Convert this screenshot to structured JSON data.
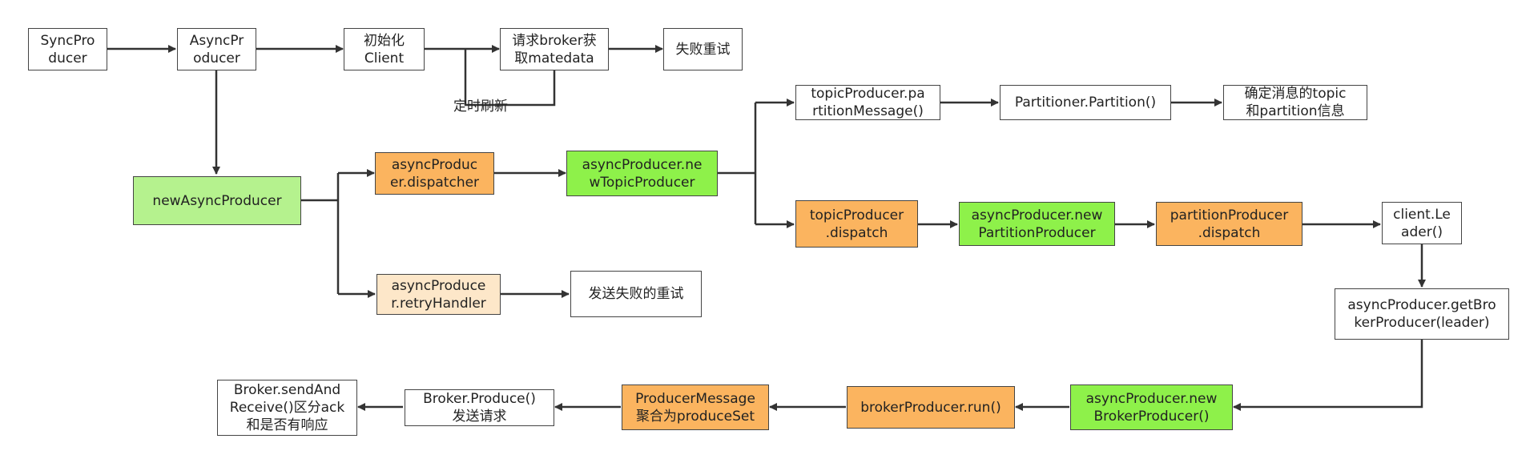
{
  "colors": {
    "orange": "#fbb45f",
    "green": "#8ef14a",
    "light_green": "#b5f28e",
    "cream": "#fde7c9",
    "white": "#ffffff",
    "line": "#333333"
  },
  "nodes": {
    "sync_producer": "SyncPro\nducer",
    "async_producer": "AsyncPr\noducer",
    "init_client": "初始化\nClient",
    "request_metadata": "请求broker获\n取matedata",
    "fail_retry": "失败重试",
    "new_async_producer": "newAsyncProducer",
    "async_dispatcher": "asyncProduc\ner.dispatcher",
    "new_topic_producer": "asyncProducer.ne\nwTopicProducer",
    "partition_message": "topicProducer.pa\nrtitionMessage()",
    "partitioner_partition": "Partitioner.Partition()",
    "determine_topic_partition": "确定消息的topic\n和partition信息",
    "topic_dispatch": "topicProducer\n.dispatch",
    "new_partition_producer": "asyncProducer.new\nPartitionProducer",
    "partition_dispatch": "partitionProducer\n.dispatch",
    "client_leader": "client.Le\nader()",
    "retry_handler": "asyncProduce\nr.retryHandler",
    "send_fail_retry": "发送失败的重试",
    "get_broker_producer": "asyncProducer.getBro\nkerProducer(leader)",
    "new_broker_producer": "asyncProducer.new\nBrokerProducer()",
    "broker_producer_run": "brokerProducer.run()",
    "producer_message_set": "ProducerMessage\n聚合为produceSet",
    "broker_produce": "Broker.Produce()\n发送请求",
    "broker_send_receive": "Broker.sendAnd\nReceive()区分ack\n和是否有响应"
  },
  "edge_labels": {
    "timed_refresh": "定时刷新"
  }
}
